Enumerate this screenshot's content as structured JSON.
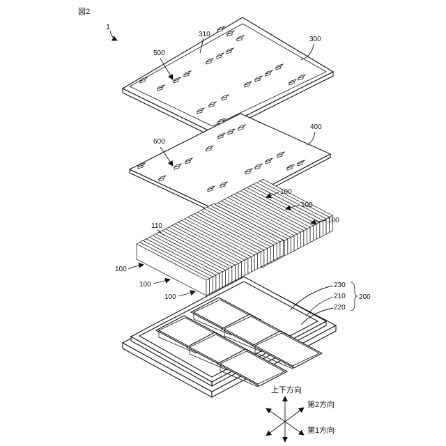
{
  "figure_label": "図2",
  "labels": {
    "assembly": "1",
    "lid": "300",
    "lid_surface": "310",
    "top_component": "500",
    "board": "400",
    "board_component": "600",
    "cell_stack": "100",
    "cell_terminal": "110",
    "tray_wall": "230",
    "tray_base": "210",
    "tray_compartment": "220",
    "tray": "200"
  },
  "axes": {
    "vertical": "上下方向",
    "second": "第2方向",
    "first": "第1方向"
  }
}
